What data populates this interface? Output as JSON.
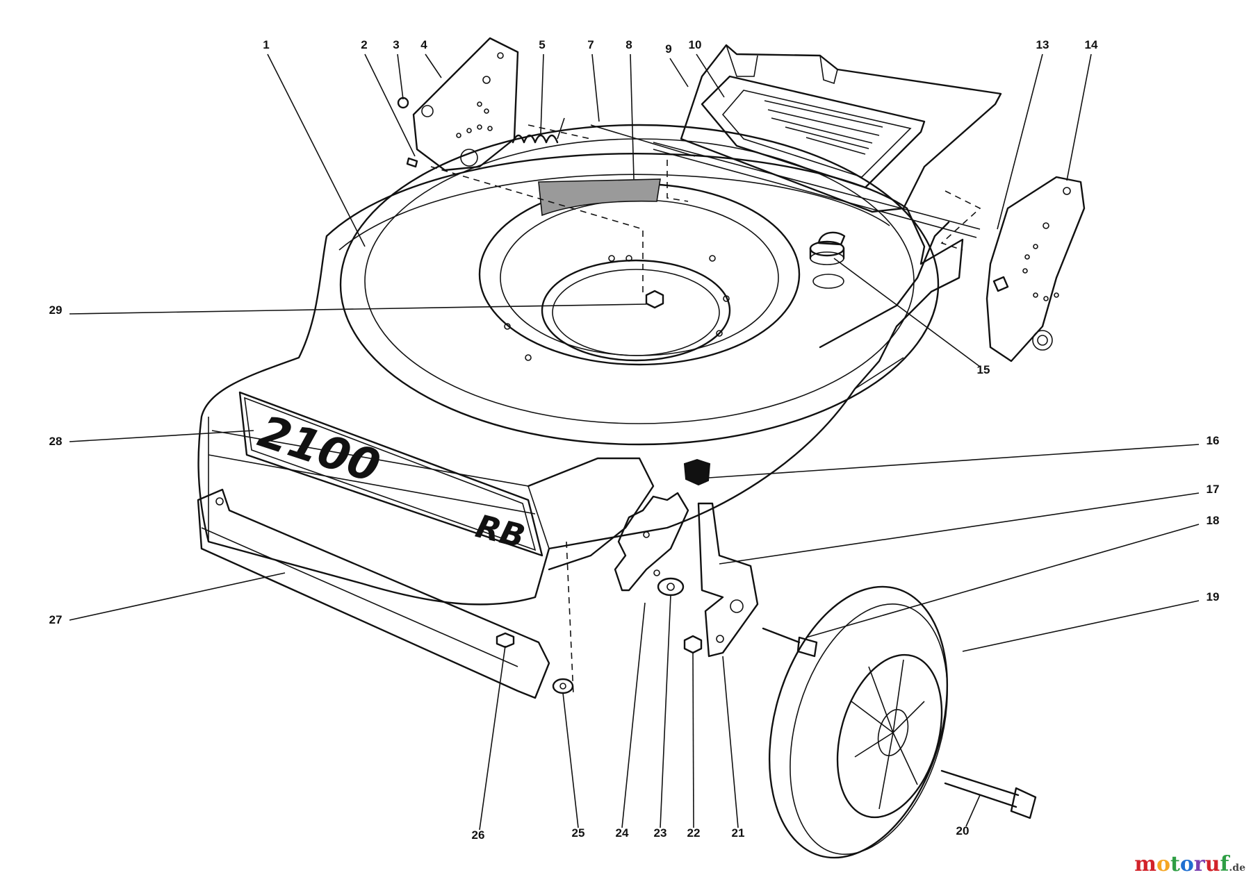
{
  "diagram": {
    "callouts": [
      "1",
      "2",
      "3",
      "4",
      "5",
      "7",
      "8",
      "9",
      "10",
      "13",
      "14",
      "15",
      "16",
      "17",
      "18",
      "19",
      "20",
      "21",
      "22",
      "23",
      "24",
      "25",
      "26",
      "27",
      "28",
      "29"
    ],
    "decal": {
      "model": "2100",
      "suffix": "RB"
    }
  },
  "watermark": {
    "letters": [
      "m",
      "o",
      "t",
      "o",
      "r",
      "u",
      "f"
    ],
    "letter_colors": [
      "#d2232a",
      "#f5a623",
      "#2e9e44",
      "#1f6fd1",
      "#7a3fb0",
      "#d2232a",
      "#2e9e44"
    ],
    "suffix": ".de"
  }
}
